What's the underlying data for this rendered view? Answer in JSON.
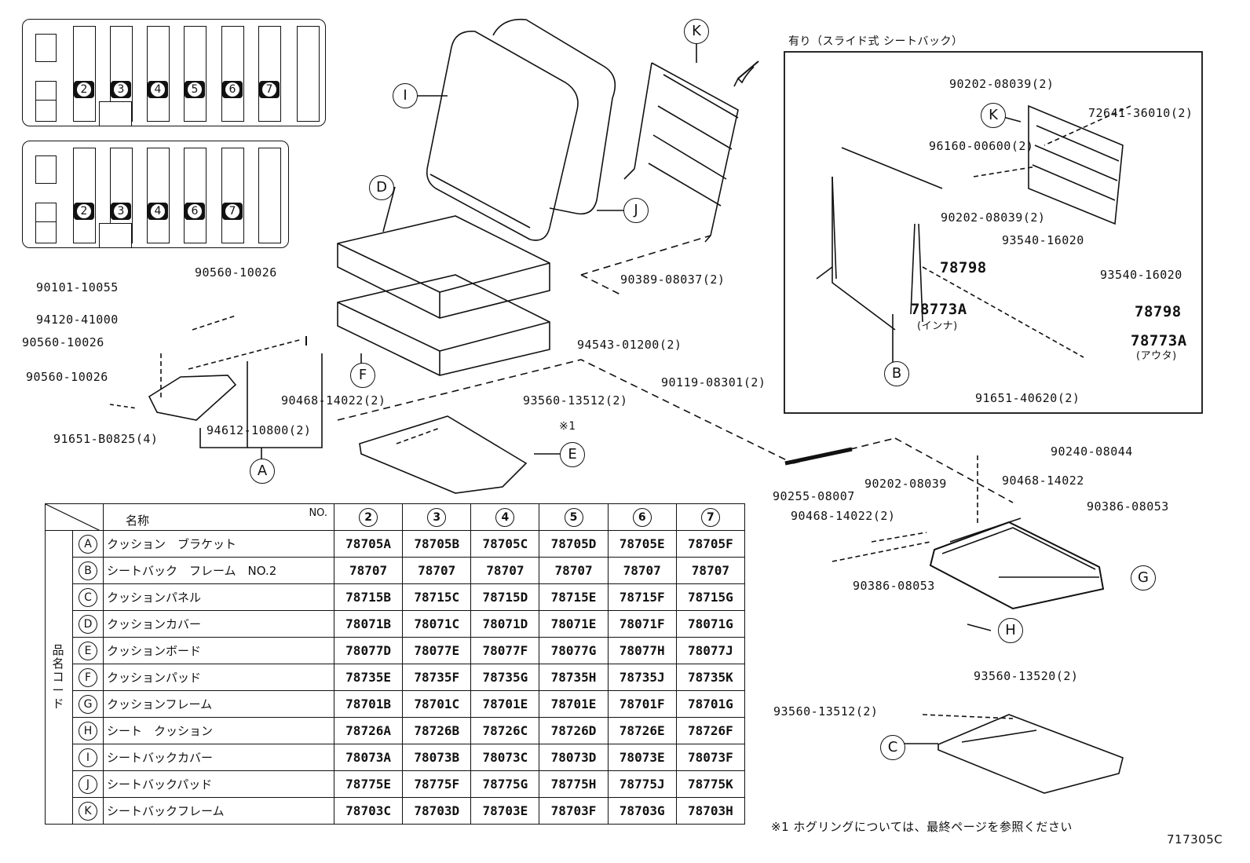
{
  "diagram_id": "717305C",
  "note_top_right": "有り（スライド式 シートバック）",
  "footnote": "※1  ホグリングについては、最終ページを参照ください",
  "ref_mark": "※1",
  "legend_top": {
    "numbers": [
      "2",
      "3",
      "4",
      "5",
      "6",
      "7"
    ]
  },
  "legend_bottom": {
    "numbers": [
      "2",
      "3",
      "4",
      "6",
      "7"
    ]
  },
  "callouts": {
    "A": "A",
    "B": "B",
    "C": "C",
    "D": "D",
    "E": "E",
    "F": "F",
    "G": "G",
    "H": "H",
    "I": "I",
    "J": "J",
    "K": "K"
  },
  "parts_left": {
    "p1": "90101-10055",
    "p2": "94120-41000",
    "p3": "90560-10026",
    "p4": "90560-10026",
    "p5": "90560-10026",
    "p6": "91651-B0825(4)",
    "p7": "94612-10800(2)",
    "p8": "90468-14022(2)"
  },
  "parts_mid": {
    "p1": "90389-08037(2)",
    "p2": "94543-01200(2)",
    "p3": "90119-08301(2)",
    "p4": "93560-13512(2)"
  },
  "parts_inset": {
    "p1": "90202-08039(2)",
    "p2": "72641-36010(2)",
    "p3": "96160-00600(2)",
    "p4": "90202-08039(2)",
    "p5": "93540-16020",
    "p6": "78798",
    "p7": "93540-16020",
    "p8": "78773A",
    "p8_sub": "(インナ)",
    "p9": "78798",
    "p10": "78773A",
    "p10_sub": "(アウタ)",
    "p11": "91651-40620(2)"
  },
  "parts_lower_right": {
    "p1": "90240-08044",
    "p2": "90255-08007",
    "p3": "90202-08039",
    "p4": "90468-14022",
    "p5": "90468-14022(2)",
    "p6": "90386-08053",
    "p7": "90386-08053",
    "p8": "93560-13520(2)",
    "p9": "93560-13512(2)"
  },
  "table": {
    "header_name": "名称",
    "header_no": "NO.",
    "side_label": "品名コード",
    "columns": [
      "2",
      "3",
      "4",
      "5",
      "6",
      "7"
    ],
    "rows": [
      {
        "letter": "A",
        "name": "クッション　ブラケット",
        "codes": [
          "78705A",
          "78705B",
          "78705C",
          "78705D",
          "78705E",
          "78705F"
        ]
      },
      {
        "letter": "B",
        "name": "シートバック　フレーム　NO.2",
        "codes": [
          "78707",
          "78707",
          "78707",
          "78707",
          "78707",
          "78707"
        ]
      },
      {
        "letter": "C",
        "name": "クッションパネル",
        "codes": [
          "78715B",
          "78715C",
          "78715D",
          "78715E",
          "78715F",
          "78715G"
        ]
      },
      {
        "letter": "D",
        "name": "クッションカバー",
        "codes": [
          "78071B",
          "78071C",
          "78071D",
          "78071E",
          "78071F",
          "78071G"
        ]
      },
      {
        "letter": "E",
        "name": "クッションボード",
        "codes": [
          "78077D",
          "78077E",
          "78077F",
          "78077G",
          "78077H",
          "78077J"
        ]
      },
      {
        "letter": "F",
        "name": "クッションパッド",
        "codes": [
          "78735E",
          "78735F",
          "78735G",
          "78735H",
          "78735J",
          "78735K"
        ]
      },
      {
        "letter": "G",
        "name": "クッションフレーム",
        "codes": [
          "78701B",
          "78701C",
          "78701E",
          "78701E",
          "78701F",
          "78701G"
        ]
      },
      {
        "letter": "H",
        "name": "シート　クッション",
        "codes": [
          "78726A",
          "78726B",
          "78726C",
          "78726D",
          "78726E",
          "78726F"
        ]
      },
      {
        "letter": "I",
        "name": "シートバックカバー",
        "codes": [
          "78073A",
          "78073B",
          "78073C",
          "78073D",
          "78073E",
          "78073F"
        ]
      },
      {
        "letter": "J",
        "name": "シートバックパッド",
        "codes": [
          "78775E",
          "78775F",
          "78775G",
          "78775H",
          "78775J",
          "78775K"
        ]
      },
      {
        "letter": "K",
        "name": "シートバックフレーム",
        "codes": [
          "78703C",
          "78703D",
          "78703E",
          "78703F",
          "78703G",
          "78703H"
        ]
      }
    ]
  }
}
